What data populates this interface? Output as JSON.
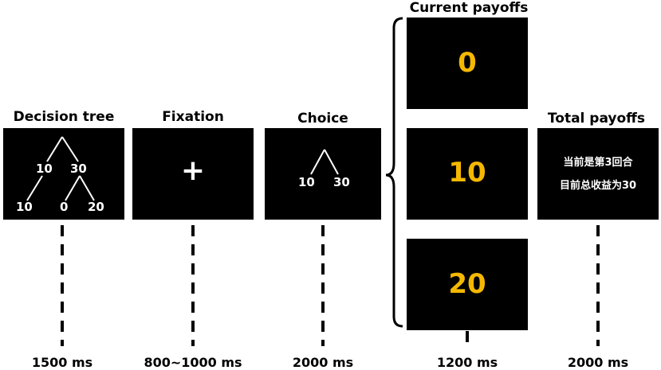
{
  "panels": {
    "decision_tree": {
      "title": "Decision tree",
      "top_values": [
        "10",
        "30"
      ],
      "bottom_values": [
        "10",
        "0",
        "20"
      ],
      "duration": "1500 ms"
    },
    "fixation": {
      "title": "Fixation",
      "symbol": "+",
      "duration": "800~1000 ms"
    },
    "choice": {
      "title": "Choice",
      "values": [
        "10",
        "30"
      ],
      "duration": "2000 ms"
    },
    "current_payoffs": {
      "title": "Current payoffs",
      "values": [
        "0",
        "10",
        "20"
      ],
      "duration": "1200 ms",
      "accent_color": "#f5b800"
    },
    "total_payoffs": {
      "title": "Total payoffs",
      "line1": "当前是第3回合",
      "line2": "目前总收益为30",
      "duration": "2000 ms"
    }
  }
}
